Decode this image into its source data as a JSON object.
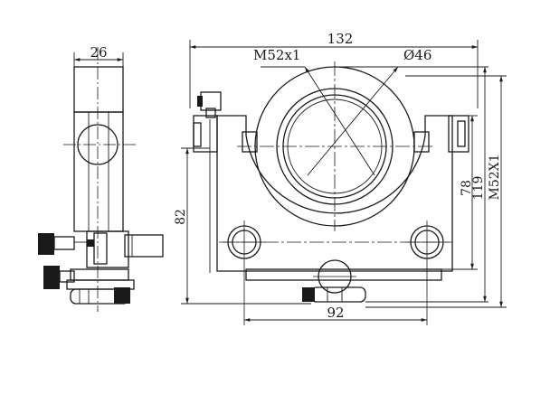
{
  "drawing": {
    "side_view": {
      "width_label": "26"
    },
    "front_view": {
      "overall_width_label": "132",
      "thread_label": "M52x1",
      "diameter_label": "Ø46",
      "base_hole_spacing_label": "92",
      "left_height_label": "82",
      "right_height_1_label": "78",
      "right_height_2_label": "119",
      "thread_height_label": "M52X1"
    }
  }
}
